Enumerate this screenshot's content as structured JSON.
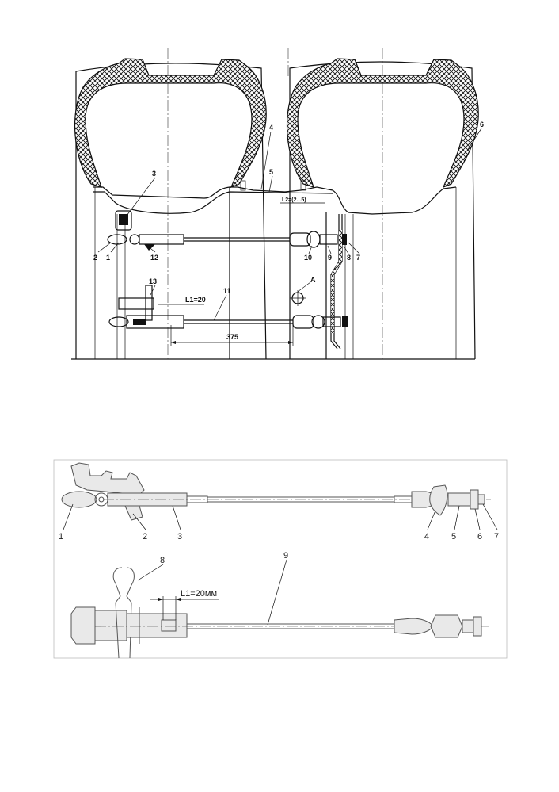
{
  "top_figure": {
    "part_labels": [
      "1",
      "2",
      "3",
      "4",
      "5",
      "6",
      "7",
      "8",
      "9",
      "10",
      "11",
      "12",
      "13"
    ],
    "dimension_l2": "L2=(2...5)",
    "dimension_l1": "L1=20",
    "dimension_375": "375",
    "view_marker": "A"
  },
  "bottom_figure": {
    "part_labels": [
      "1",
      "2",
      "3",
      "4",
      "5",
      "6",
      "7",
      "8",
      "9"
    ],
    "dimension_l1": "L1=20мм"
  }
}
